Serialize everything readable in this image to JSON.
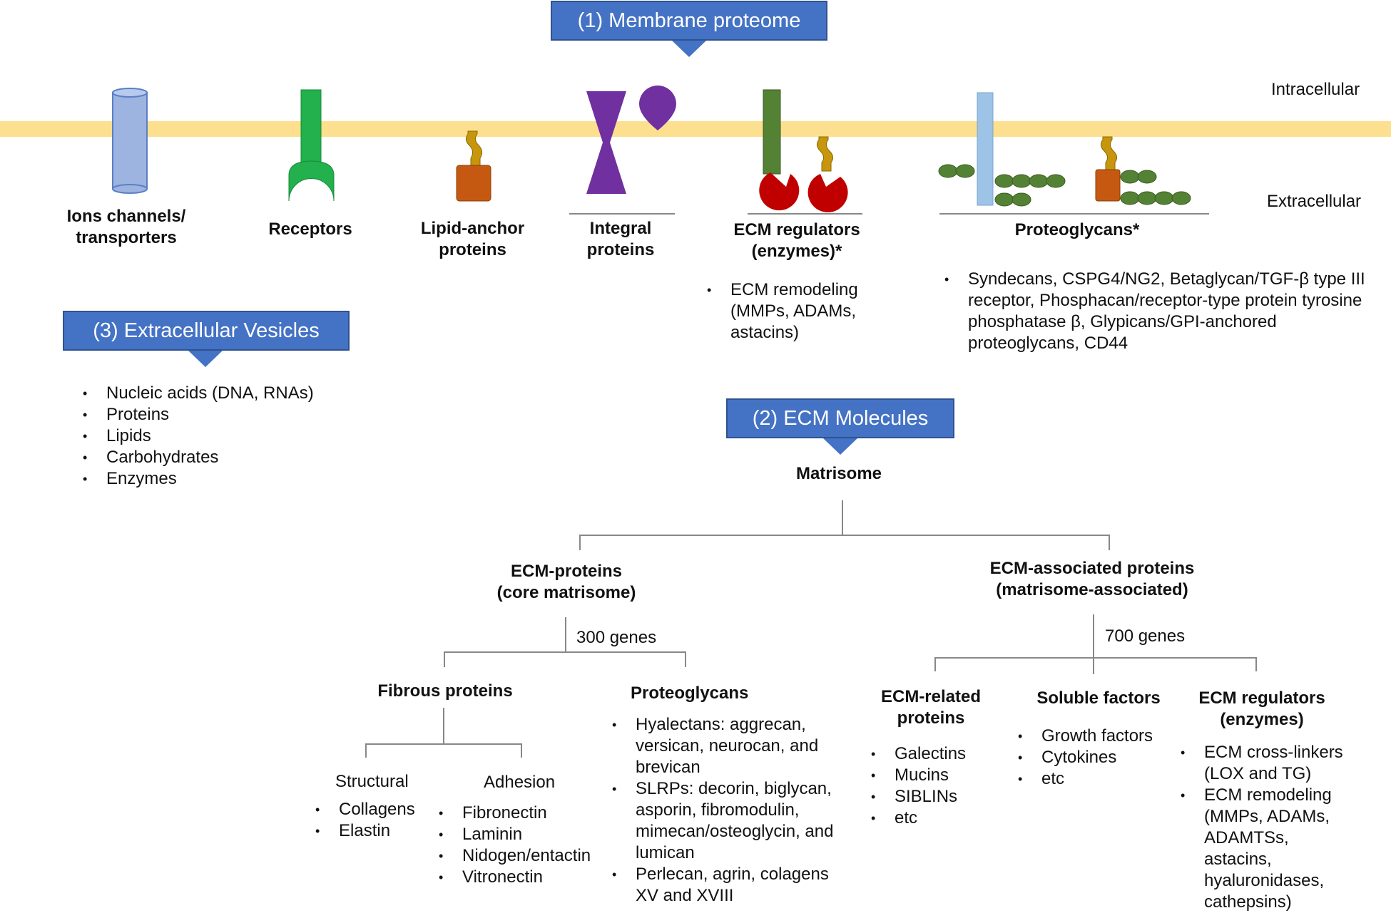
{
  "boxes": {
    "membrane": "(1) Membrane proteome",
    "ecm": "(2) ECM Molecules",
    "ev": "(3) Extracellular Vesicles"
  },
  "side_labels": {
    "intracellular": "Intracellular",
    "extracellular": "Extracellular"
  },
  "membrane_labels": {
    "ions_1": "Ions channels/",
    "ions_2": "transporters",
    "receptors": "Receptors",
    "lipid_1": "Lipid-anchor",
    "lipid_2": "proteins",
    "integral_1": "Integral",
    "integral_2": "proteins",
    "ecmreg_1": "ECM regulators",
    "ecmreg_2": "(enzymes)*",
    "proteoglycans": "Proteoglycans*"
  },
  "ecm_reg_list": [
    "ECM remodeling (MMPs, ADAMs, astacins)"
  ],
  "proteoglycan_list": [
    "Syndecans, CSPG4/NG2, Betaglycan/TGF-β type III receptor, Phosphacan/receptor-type protein tyrosine phosphatase β, Glypicans/GPI-anchored proteoglycans, CD44"
  ],
  "ev_list": [
    "Nucleic acids (DNA, RNAs)",
    "Proteins",
    "Lipids",
    "Carbohydrates",
    "Enzymes"
  ],
  "matrisome": {
    "title": "Matrisome",
    "core_1": "ECM-proteins",
    "core_2": "(core matrisome)",
    "core_genes": "300 genes",
    "assoc_1": "ECM-associated proteins",
    "assoc_2": "(matrisome-associated)",
    "assoc_genes": "700 genes",
    "fibrous": "Fibrous proteins",
    "structural": "Structural",
    "structural_list": [
      "Collagens",
      "Elastin"
    ],
    "adhesion": "Adhesion",
    "adhesion_list": [
      "Fibronectin",
      "Laminin",
      "Nidogen/entactin",
      "Vitronectin"
    ],
    "proteoglycans": "Proteoglycans",
    "proteoglycans_list": [
      "Hyalectans: aggrecan, versican, neurocan, and brevican",
      "SLRPs: decorin, biglycan, asporin, fibromodulin, mimecan/osteoglycin, and lumican",
      "Perlecan, agrin, colagens XV and XVIII"
    ],
    "ecm_related_1": "ECM-related",
    "ecm_related_2": "proteins",
    "ecm_related_list": [
      "Galectins",
      "Mucins",
      "SIBLINs",
      "etc"
    ],
    "soluble": "Soluble factors",
    "soluble_list": [
      "Growth factors",
      "Cytokines",
      "etc"
    ],
    "regulators_1": "ECM regulators",
    "regulators_2": "(enzymes)",
    "regulators_list": [
      "ECM cross-linkers (LOX and TG)",
      "ECM remodeling (MMPs, ADAMs, ADAMTSs, astacins, hyaluronidases, cathepsins)"
    ]
  },
  "colors": {
    "membrane": "#fde08f",
    "box_blue": "#4472c4",
    "channel": "#9db3e0",
    "receptor": "#22b14c",
    "anchor_tail": "#c8960c",
    "anchor_body": "#c65911",
    "integral": "#7030a0",
    "regulator_stem": "#548235",
    "regulator_head": "#c00000",
    "glycan": "#548235",
    "pg_core": "#9dc3e6"
  }
}
